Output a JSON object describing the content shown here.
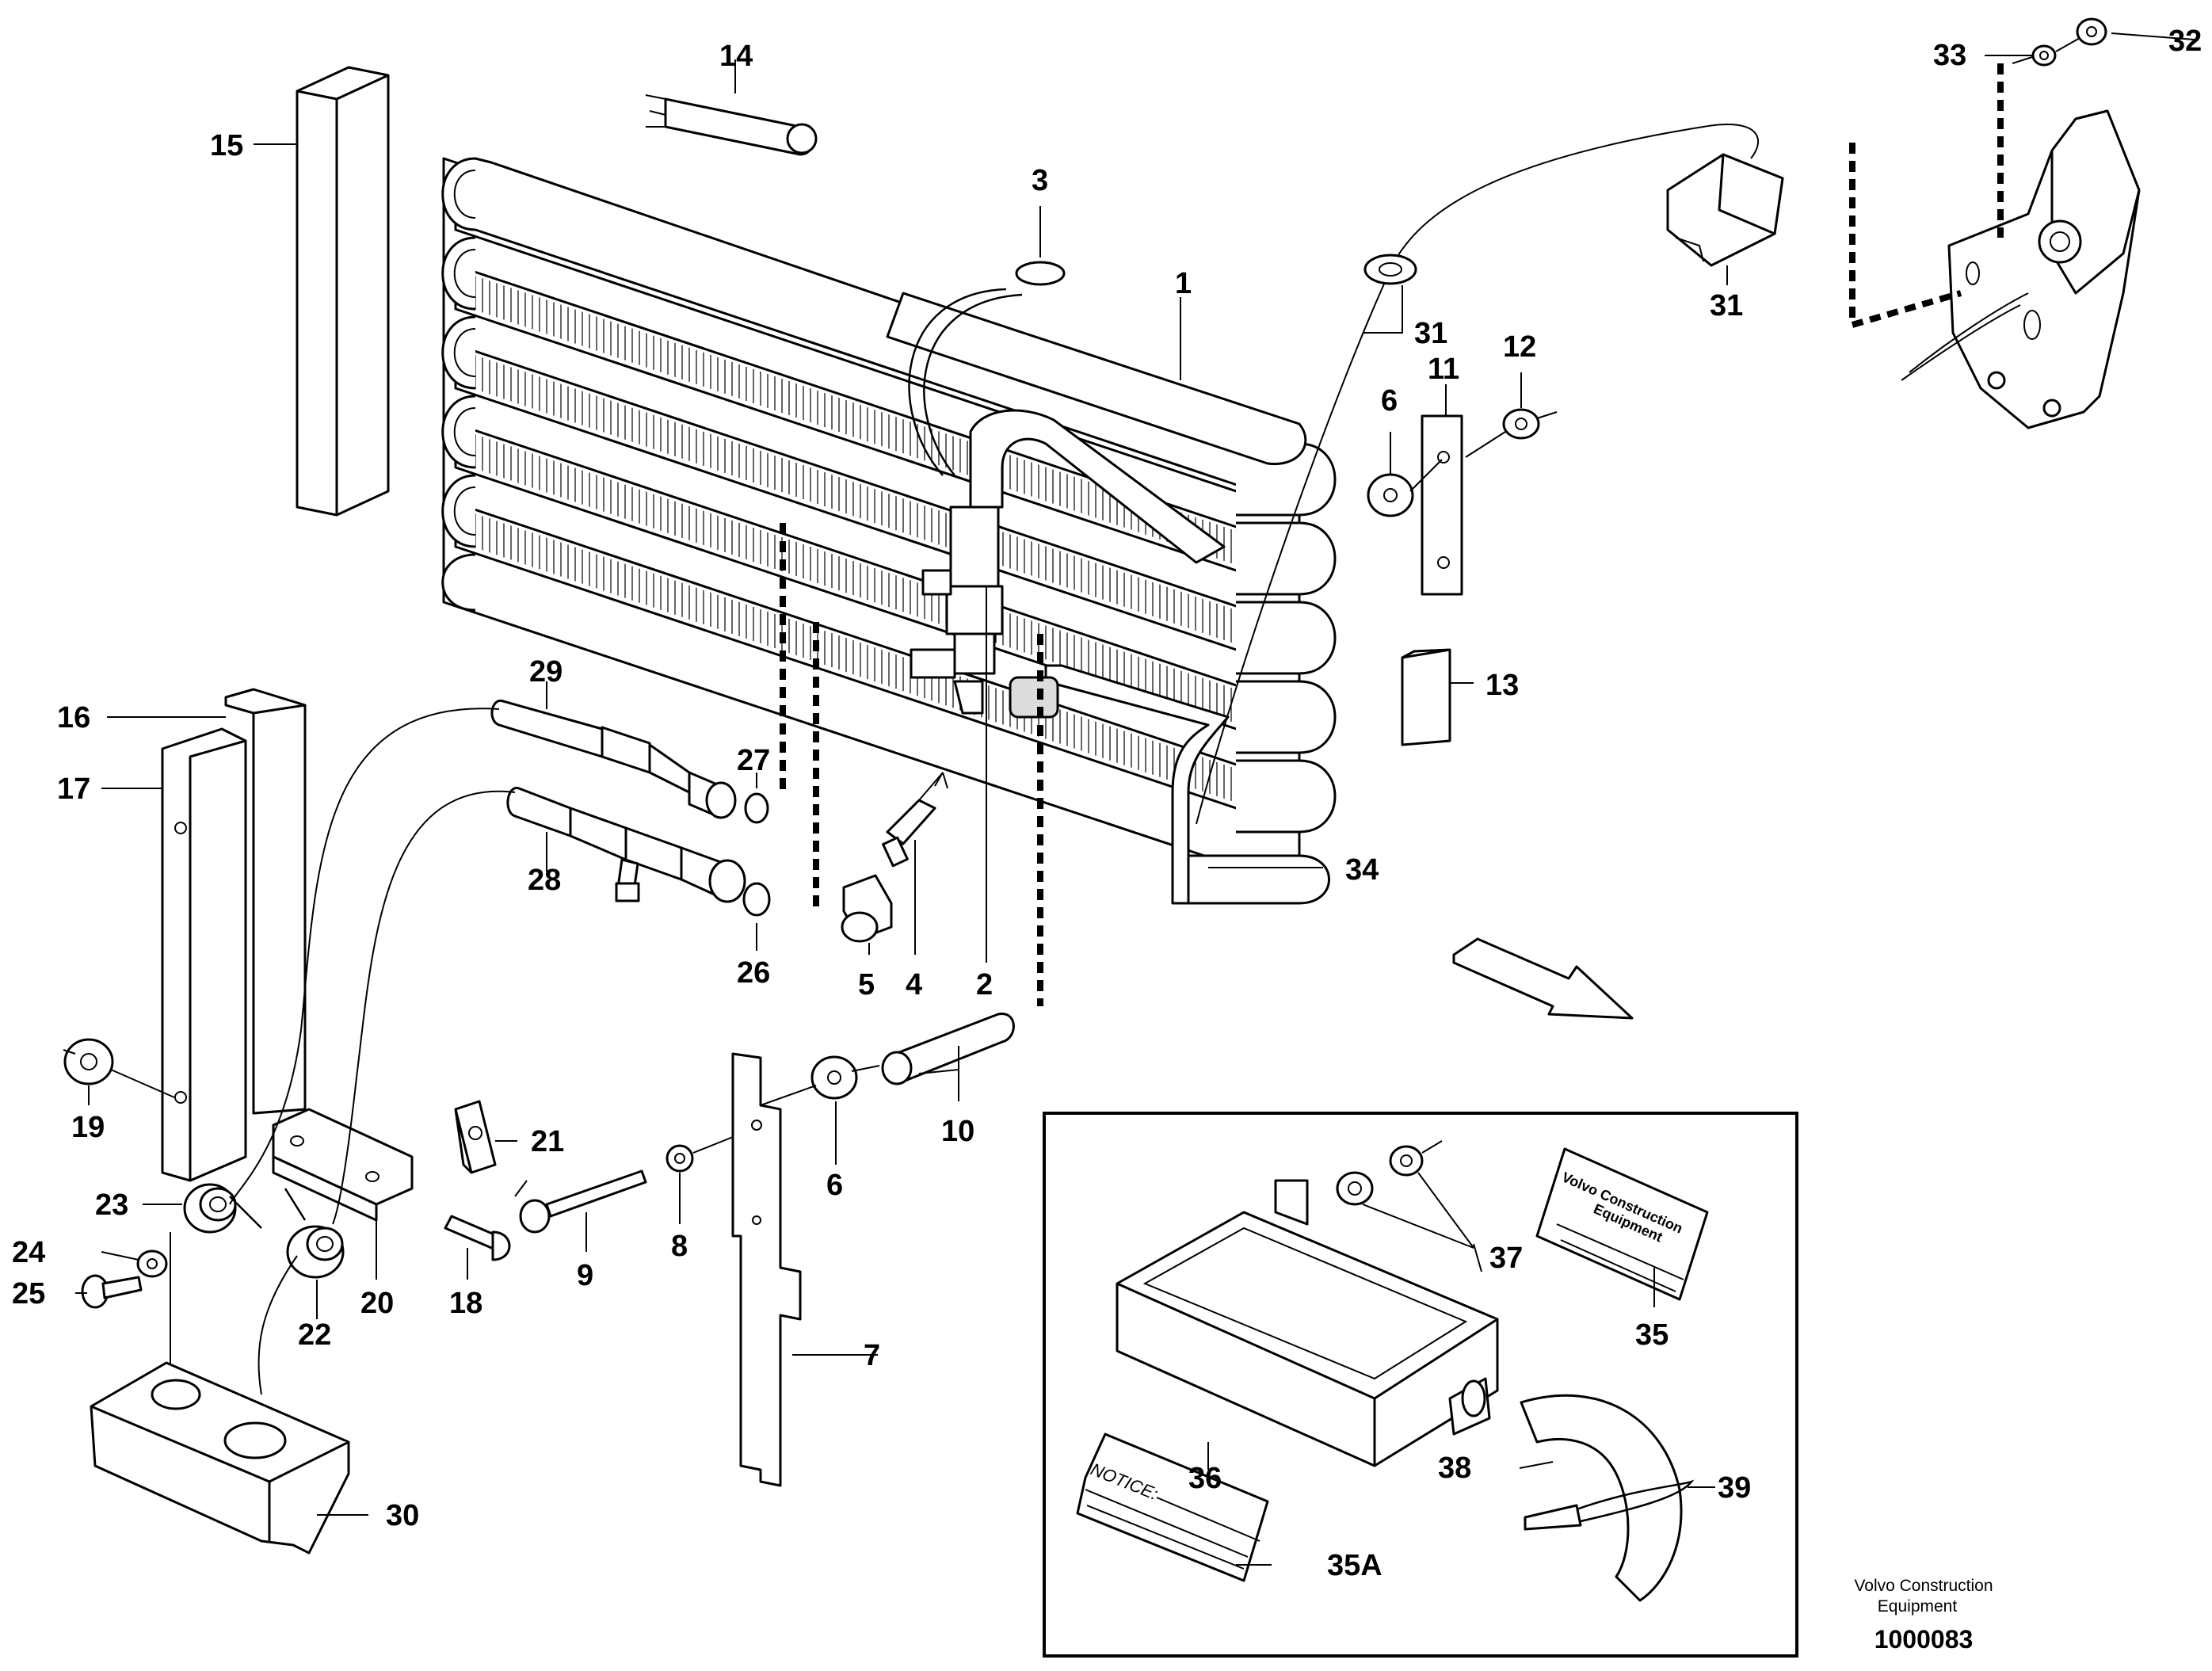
{
  "diagram": {
    "callouts": {
      "c1": "1",
      "c2": "2",
      "c3": "3",
      "c4": "4",
      "c5": "5",
      "c6a": "6",
      "c6b": "6",
      "c7": "7",
      "c8": "8",
      "c9": "9",
      "c10": "10",
      "c11": "11",
      "c12": "12",
      "c13": "13",
      "c14": "14",
      "c15": "15",
      "c16": "16",
      "c17": "17",
      "c18": "18",
      "c19": "19",
      "c20": "20",
      "c21": "21",
      "c22": "22",
      "c23": "23",
      "c24": "24",
      "c25": "25",
      "c26": "26",
      "c27": "27",
      "c28": "28",
      "c29": "29",
      "c30": "30",
      "c31a": "31",
      "c31b": "31",
      "c32": "32",
      "c33": "33",
      "c34": "34",
      "c35": "35",
      "c35a": "35A",
      "c36": "36",
      "c37": "37",
      "c38": "38",
      "c39": "39"
    },
    "decal_text_line1": "Volvo Construction",
    "decal_text_line2": "Equipment",
    "notice_text": "NOTICE:",
    "brand_line1": "Volvo Construction",
    "brand_line2": "Equipment",
    "drawing_number": "1000083"
  }
}
